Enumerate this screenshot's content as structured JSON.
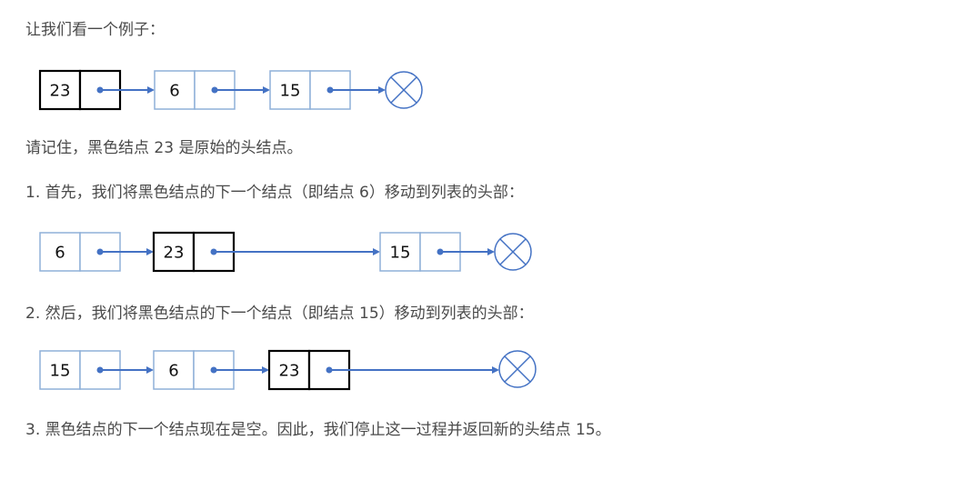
{
  "text": {
    "intro": "让我们看一个例子：",
    "note": "请记住，黑色结点 23 是原始的头结点。",
    "step1": "1. 首先，我们将黑色结点的下一个结点（即结点 6）移动到列表的头部：",
    "step2": "2. 然后，我们将黑色结点的下一个结点（即结点 15）移动到列表的头部：",
    "step3": "3. 黑色结点的下一个结点现在是空。因此，我们停止这一过程并返回新的头结点 15。"
  },
  "colors": {
    "arrow": "#4472c4",
    "node_border": "#8fb0d8",
    "head_border": "#000000",
    "text": "#4a4a4a"
  },
  "diagrams": [
    {
      "nodes": [
        {
          "value": "23",
          "head": true
        },
        {
          "value": "6",
          "head": false
        },
        {
          "value": "15",
          "head": false
        }
      ],
      "terminator": "null-icon"
    },
    {
      "nodes": [
        {
          "value": "6",
          "head": false
        },
        {
          "value": "23",
          "head": true
        },
        {
          "value": "15",
          "head": false
        }
      ],
      "terminator": "null-icon"
    },
    {
      "nodes": [
        {
          "value": "15",
          "head": false
        },
        {
          "value": "6",
          "head": false
        },
        {
          "value": "23",
          "head": true
        }
      ],
      "terminator": "null-icon"
    }
  ]
}
